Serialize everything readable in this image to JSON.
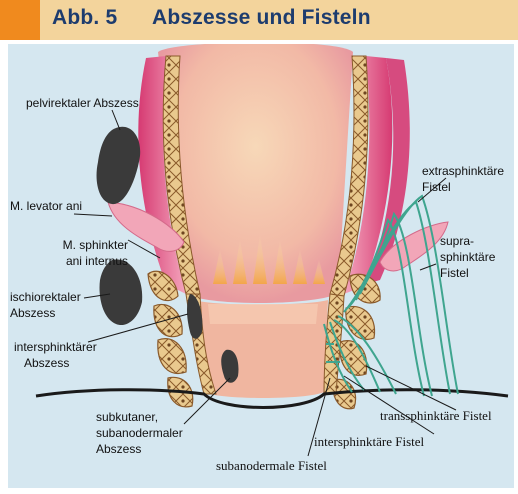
{
  "header": {
    "figure_number": "Abb. 5",
    "title": "Abszesse und Fisteln"
  },
  "labels": {
    "pelvirektaler_abszess": "pelvirektaler Abszess",
    "levator_ani": "M. levator ani",
    "sphinkter_internus_1": "M. sphinkter",
    "sphinkter_internus_2": "ani internus",
    "ischiorektaler_1": "ischiorektaler",
    "ischiorektaler_2": "Abszess",
    "intersphinktaerer_1": "intersphinktärer",
    "intersphinktaerer_2": "Abszess",
    "subkutaner_1": "subkutaner,",
    "subkutaner_2": "subanodermaler",
    "subkutaner_3": "Abszess",
    "extrasphinktaere_1": "extrasphinktäre",
    "extrasphinktaere_2": "Fistel",
    "suprasphinktaere_1": "supra-",
    "suprasphinktaere_2": "sphinktäre",
    "suprasphinktaere_3": "Fistel",
    "transsphinktaere": "transsphinktäre Fistel",
    "intersphinktaere_fistel": "intersphinktäre Fistel",
    "subanodermale_fistel": "subanodermale Fistel"
  },
  "colors": {
    "header_bg": "#f3d49c",
    "header_marker": "#f08a1e",
    "title": "#1d3c6e",
    "panel_bg": "#d5e7f0",
    "fistula": "#3fa58f",
    "abscess": "#3a3a3a",
    "muscle": "#e85a8a",
    "mucosa": "#f3c7a4"
  }
}
